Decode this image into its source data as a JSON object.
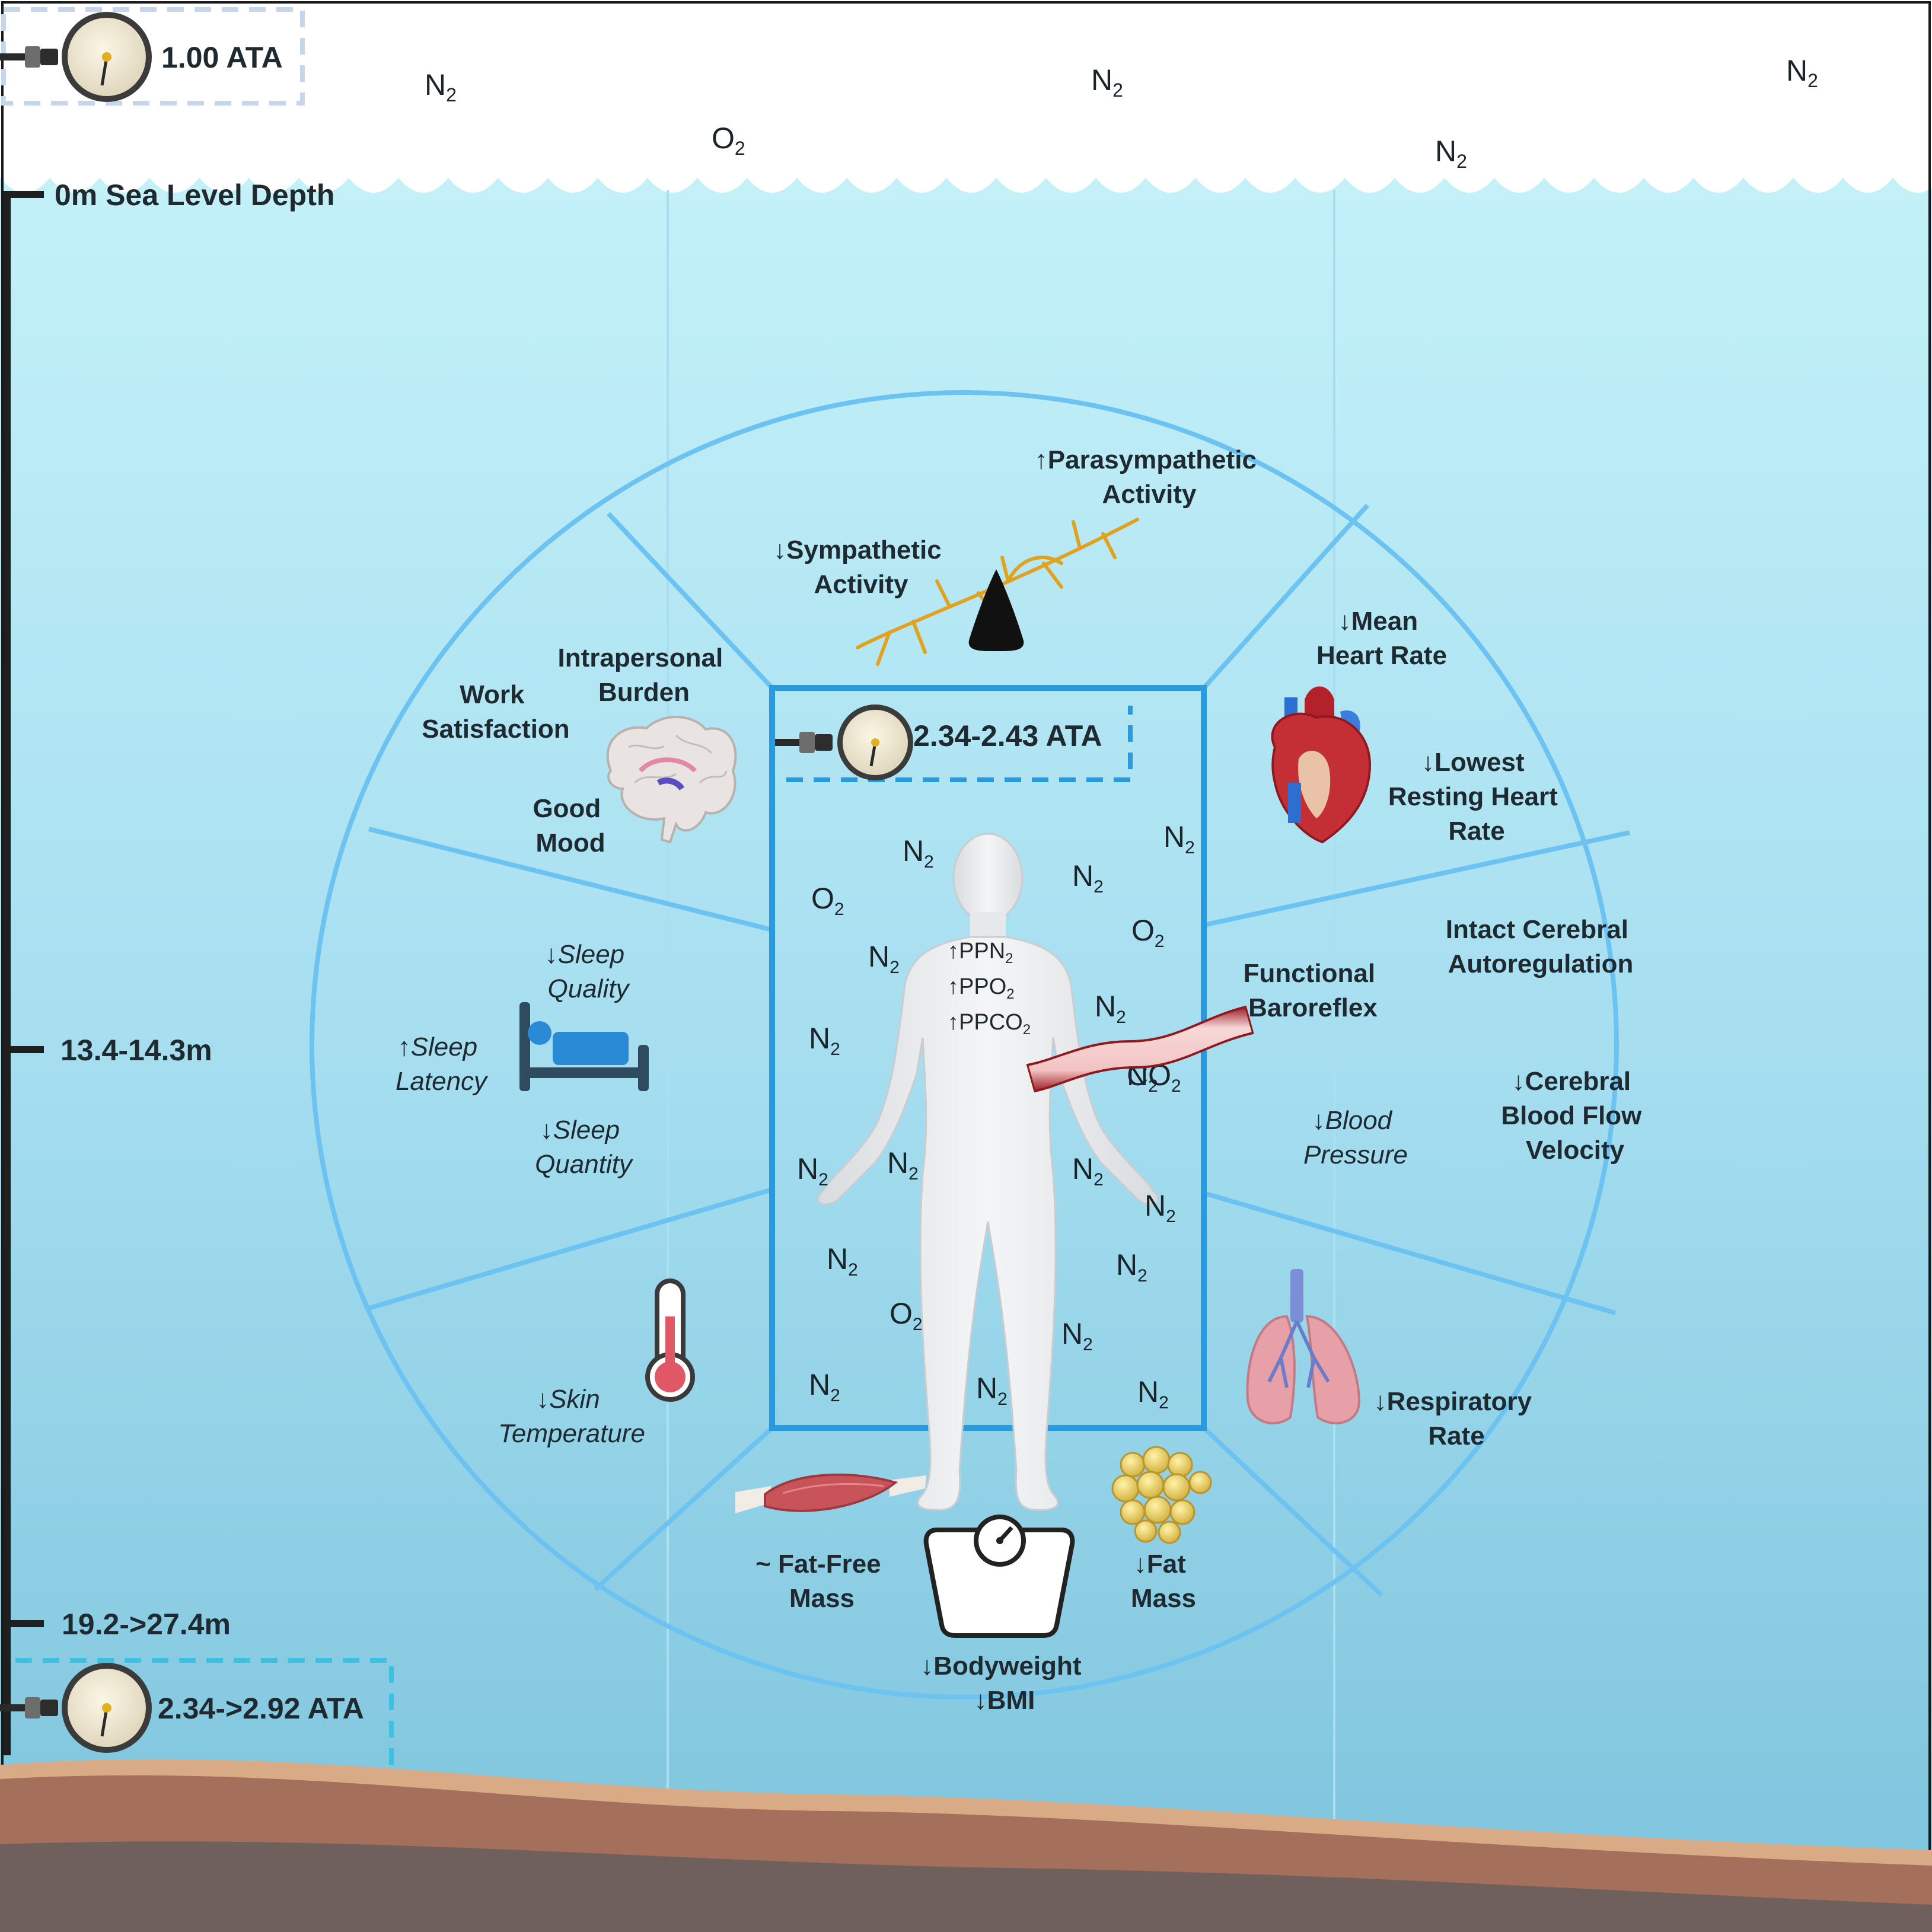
{
  "surface": {
    "pressure": "1.00 ATA",
    "gases": [
      {
        "base": "N",
        "sub": "2"
      },
      {
        "base": "O",
        "sub": "2"
      },
      {
        "base": "N",
        "sub": "2"
      },
      {
        "base": "N",
        "sub": "2"
      },
      {
        "base": "N",
        "sub": "2"
      }
    ]
  },
  "depth_scale": {
    "sea_level": "0m Sea Level Depth",
    "mid": "13.4-14.3m",
    "deep": "19.2->27.4m",
    "deep_pressure": "2.34->2.92 ATA"
  },
  "habitat": {
    "pressure": "2.34-2.43 ATA",
    "partial_pressures": [
      "↑PPN",
      "↑PPO",
      "↑PPCO"
    ],
    "pp_sub": "2",
    "gases": [
      {
        "base": "N",
        "sub": "2"
      },
      {
        "base": "N",
        "sub": "2"
      },
      {
        "base": "N",
        "sub": "2"
      },
      {
        "base": "O",
        "sub": "2"
      },
      {
        "base": "O",
        "sub": "2"
      },
      {
        "base": "N",
        "sub": "2"
      },
      {
        "base": "N",
        "sub": "2"
      },
      {
        "base": "N",
        "sub": "2"
      },
      {
        "base": "N",
        "sub": "2"
      },
      {
        "base": "CO",
        "sub": "2"
      },
      {
        "base": "N",
        "sub": "2"
      },
      {
        "base": "N",
        "sub": "2"
      },
      {
        "base": "N",
        "sub": "2"
      },
      {
        "base": "N",
        "sub": "2"
      },
      {
        "base": "N",
        "sub": "2"
      },
      {
        "base": "O",
        "sub": "2"
      },
      {
        "base": "N",
        "sub": "2"
      },
      {
        "base": "N",
        "sub": "2"
      },
      {
        "base": "N",
        "sub": "2"
      },
      {
        "base": "N",
        "sub": "2"
      },
      {
        "base": "N",
        "sub": "2"
      }
    ]
  },
  "segments": {
    "autonomic": {
      "parasympathetic": [
        "↑Parasympathetic",
        "Activity"
      ],
      "sympathetic": [
        "↓Sympathetic",
        "Activity"
      ]
    },
    "psych": {
      "intrapersonal": [
        "Intrapersonal",
        "Burden"
      ],
      "work": [
        "Work",
        "Satisfaction"
      ],
      "mood": [
        "Good",
        "Mood"
      ]
    },
    "heart": {
      "mean_hr": [
        "↓Mean",
        "Heart Rate"
      ],
      "lowest_hr": [
        "↓Lowest",
        "Resting Heart",
        "Rate"
      ]
    },
    "sleep": {
      "quality": [
        "↓Sleep",
        "Quality"
      ],
      "latency": [
        "↑Sleep",
        "Latency"
      ],
      "quantity": [
        "↓Sleep",
        "Quantity"
      ]
    },
    "vascular": {
      "cerebral_auto": [
        "Intact Cerebral",
        "Autoregulation"
      ],
      "baroreflex": [
        "Functional",
        "Baroreflex"
      ],
      "blood_pressure": [
        "↓Blood",
        "Pressure"
      ],
      "cbfv": [
        "↓Cerebral",
        "Blood Flow",
        "Velocity"
      ]
    },
    "temperature": {
      "skin": [
        "↓Skin",
        "Temperature"
      ]
    },
    "respiratory": {
      "rate": [
        "↓Respiratory",
        "Rate"
      ]
    },
    "body": {
      "ffm": [
        "~ Fat-Free",
        "Mass"
      ],
      "fat": [
        "↓Fat",
        "Mass"
      ],
      "weight": [
        "↓Bodyweight",
        "↓BMI"
      ]
    }
  },
  "colors": {
    "water_top": "#c2f0f7",
    "water_bottom": "#7ec6df",
    "circle_stroke": "#6cc2f0",
    "habitat_stroke": "#2a9ae0",
    "seabed_sand": "#d6aa84",
    "seabed_mid": "#a2705c",
    "seabed_deep": "#6f605c"
  }
}
